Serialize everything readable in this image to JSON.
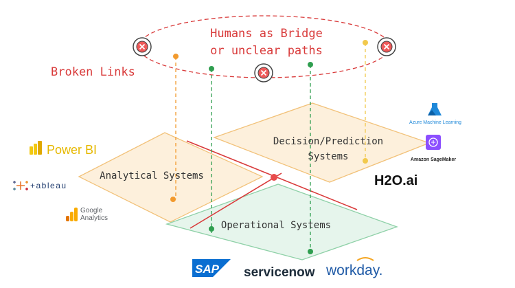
{
  "title_lines": [
    "Humans as Bridge",
    "or unclear paths"
  ],
  "broken_links": "Broken Links",
  "layers": {
    "analytical": "Analytical Systems",
    "decision": [
      "Decision/Prediction",
      "Systems"
    ],
    "operational": "Operational Systems"
  },
  "logos": {
    "powerbi": "Power BI",
    "tableau": "+ableau",
    "google_analytics": [
      "Google",
      "Analytics"
    ],
    "azure_ml": "Azure Machine Learning",
    "sagemaker": "Amazon SageMaker",
    "h2o": "H2O.ai",
    "sap": "SAP",
    "servicenow": "servicenow",
    "workday": "workday."
  },
  "colors": {
    "red": "#d93b3b",
    "analytical_fill": "#fdf0dc",
    "analytical_stroke": "#f2c27a",
    "decision_fill": "#fdf0dc",
    "decision_stroke": "#f2c27a",
    "operational_fill": "#e6f5ec",
    "operational_stroke": "#8fd1a8",
    "orange": "#f29a2e",
    "green": "#2f9e4f",
    "yellow": "#f2c94c"
  }
}
